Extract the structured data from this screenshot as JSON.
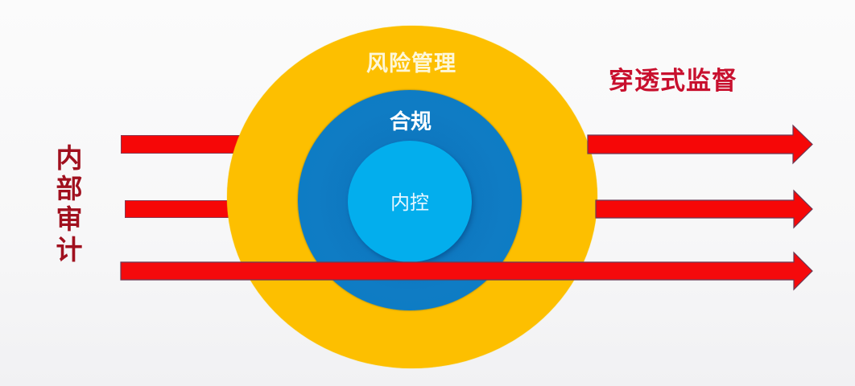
{
  "diagram": {
    "layers": {
      "outer": {
        "label": "风险管理",
        "color": "#fdbf00"
      },
      "middle": {
        "label": "合规",
        "color": "#0f7cc4"
      },
      "inner": {
        "label": "内控",
        "color": "#03aeed"
      }
    },
    "left_label": "内部审计",
    "right_label": "穿透式监督",
    "arrow_color": "#f60707",
    "text_colors": {
      "left_label": "#a0101e",
      "right_label": "#c8102e"
    },
    "arrows": [
      {
        "id": "arrow-top",
        "direction": "right"
      },
      {
        "id": "arrow-middle",
        "direction": "right"
      },
      {
        "id": "arrow-bottom",
        "direction": "right"
      }
    ]
  }
}
